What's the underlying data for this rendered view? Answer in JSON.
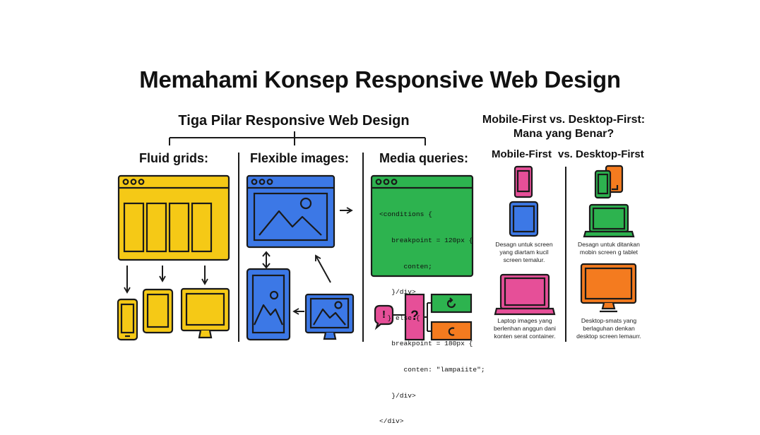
{
  "title": "Memahami Konsep Responsive Web Design",
  "pillars": {
    "heading": "Tiga Pilar Responsive Web Design",
    "fluid_grids": "Fluid grids:",
    "flexible_images": "Flexible images:",
    "media_queries": "Media queries:",
    "code_lines": [
      "<conditions {",
      "   breakpoint = 120px {",
      "      conten;",
      "   }/div>",
      "  } else {",
      "   breakpoint = 180px {",
      "      conten: \"lampaiite\";",
      "   }/div>",
      "</div>"
    ],
    "question_mark": "?",
    "exclamation": "!"
  },
  "comparison": {
    "heading_line1": "Mobile-First vs. Desktop-First:",
    "heading_line2": "Mana yang Benar?",
    "mobile_first": "Mobile-First",
    "desktop_first": "vs. Desktop-First",
    "mobile_caption_1": [
      "Desagn untuk screen",
      "yang diartam kucil",
      "screen temalur."
    ],
    "desktop_caption_1": [
      "Desagn untuk ditankan",
      "mobin screen g tablet"
    ],
    "mobile_caption_2": [
      "Laptop images yang",
      "berlenhan anggun dani",
      "konten serat container."
    ],
    "desktop_caption_2": [
      "Desktop-smats yang",
      "berlaguhan denkan",
      "desktop screen lemaurr."
    ]
  },
  "colors": {
    "yellow": "#F5C916",
    "blue": "#3C78E6",
    "green": "#2DB34F",
    "pink": "#E64F98",
    "orange": "#F47B1F",
    "outline": "#1a1a1a"
  }
}
